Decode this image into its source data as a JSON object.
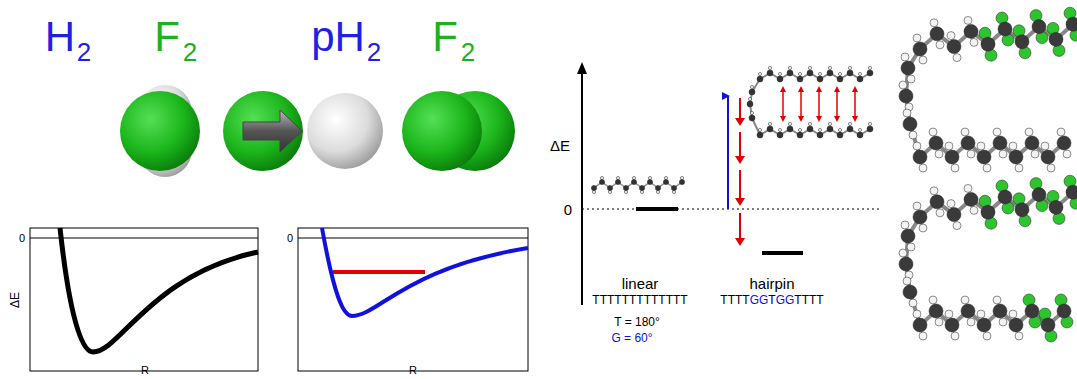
{
  "diagram": {
    "labels": [
      "H",
      "2",
      "F",
      "2",
      "pH",
      "2",
      "F",
      "2",
      "0",
      "ΔE",
      "R",
      "0",
      "R",
      "ΔE",
      "0",
      "linear",
      "hairpin",
      "TTTTTTTTTTTTT",
      "TTTT",
      "GG",
      "T",
      "GG",
      "TTTT",
      "T = 180°",
      "G = 60°"
    ]
  }
}
